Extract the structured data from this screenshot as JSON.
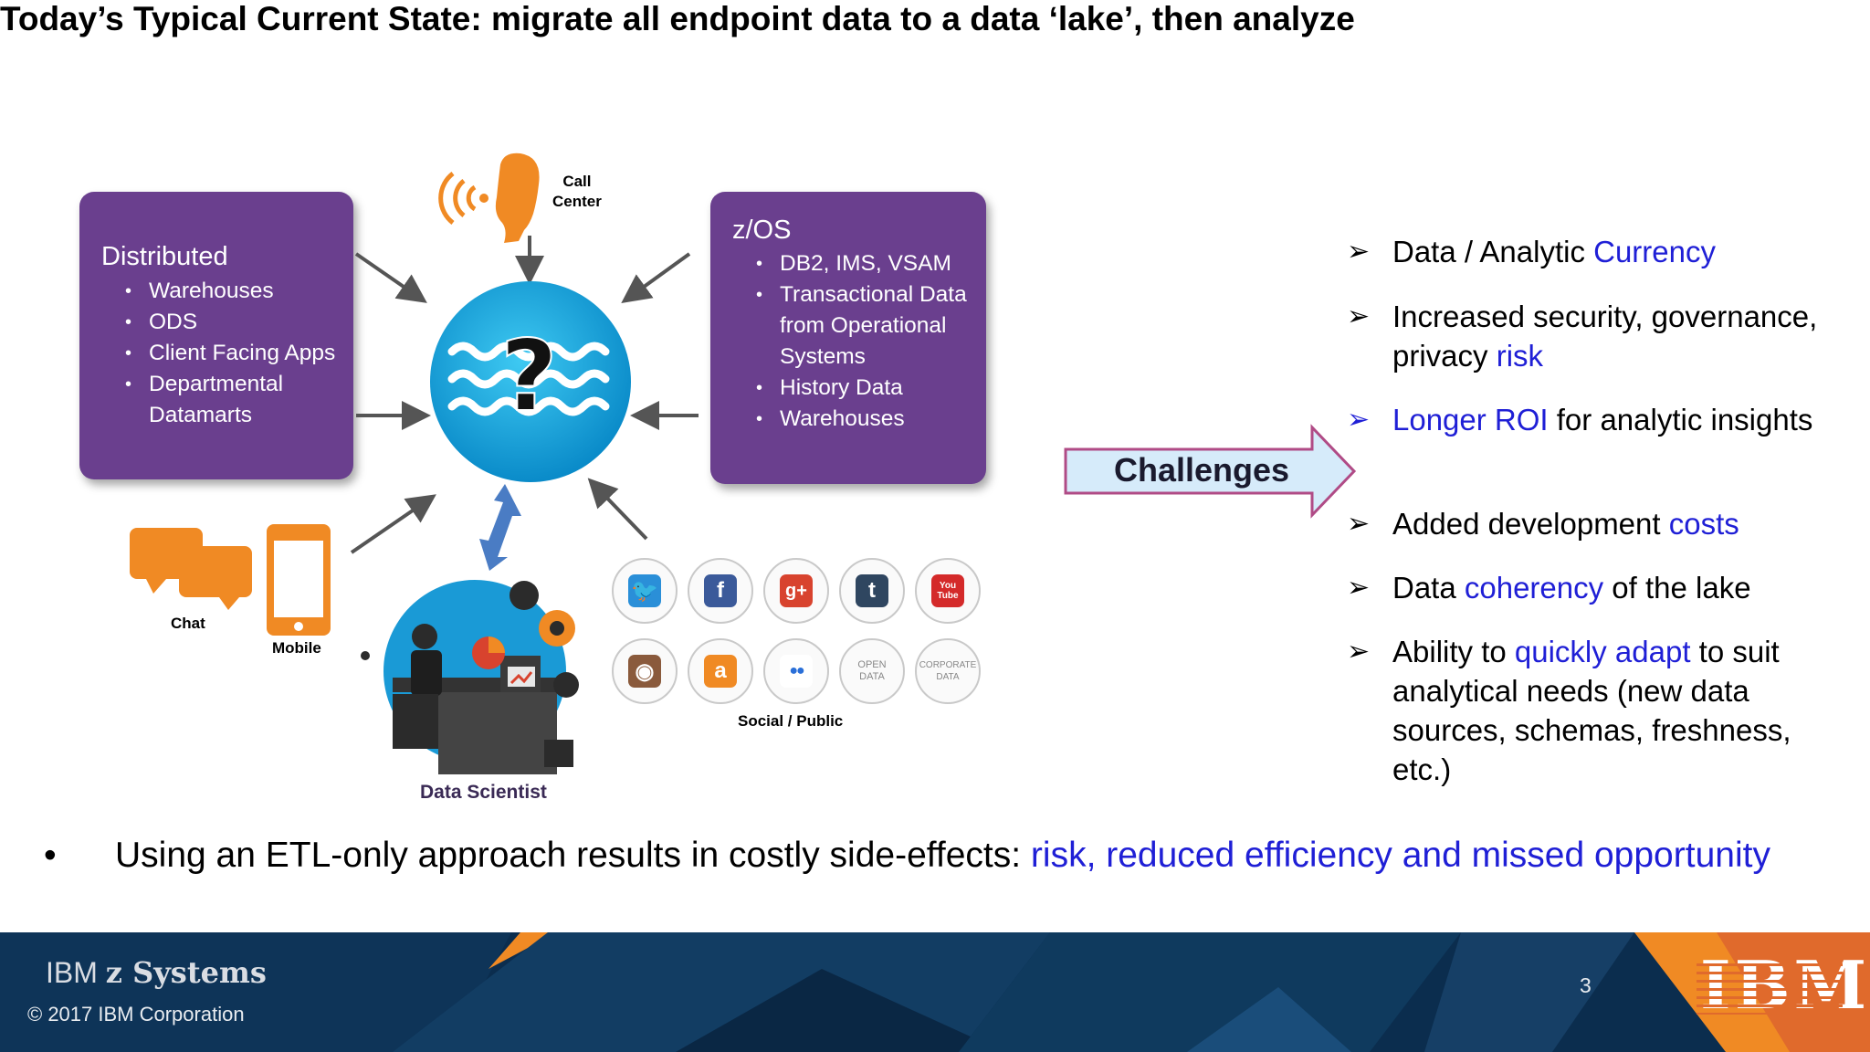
{
  "title": "Today’s Typical Current State:  migrate all endpoint data to a data ‘lake’, then analyze",
  "distributed": {
    "heading": "Distributed",
    "items": [
      "Warehouses",
      "ODS",
      "Client Facing Apps",
      "Departmental Datamarts"
    ]
  },
  "zos": {
    "heading": "z/OS",
    "items": [
      "DB2, IMS, VSAM",
      "Transactional Data  from Operational Systems",
      "History Data",
      "Warehouses"
    ]
  },
  "labels": {
    "call_center_1": "Call",
    "call_center_2": "Center",
    "chat": "Chat",
    "mobile": "Mobile",
    "data_scientist": "Data Scientist",
    "social_public": "Social / Public",
    "lake_symbol": "?"
  },
  "social_icons": [
    {
      "name": "twitter-icon",
      "glyph": "🐦",
      "color": "#2a8fd8"
    },
    {
      "name": "facebook-icon",
      "glyph": "f",
      "color": "#3b5a9a"
    },
    {
      "name": "google-plus-icon",
      "glyph": "g+",
      "color": "#d8432e"
    },
    {
      "name": "tumblr-icon",
      "glyph": "t",
      "color": "#2f4660"
    },
    {
      "name": "youtube-icon",
      "glyph": "You Tube",
      "color": "#d42a2a"
    },
    {
      "name": "instagram-icon",
      "glyph": "◉",
      "color": "#8a5a3c"
    },
    {
      "name": "amazon-icon",
      "glyph": "a",
      "color": "#f08a24"
    },
    {
      "name": "flickr-icon",
      "glyph": "●●",
      "color": "#ffffff"
    },
    {
      "name": "open-data-icon",
      "glyph": "OPEN DATA",
      "color": "#888888"
    },
    {
      "name": "corporate-data-icon",
      "glyph": "CORPORATE DATA",
      "color": "#888888"
    }
  ],
  "challenges_label": "Challenges",
  "challenges": [
    {
      "pre": "Data / Analytic ",
      "hl": "Currency",
      "post": ""
    },
    {
      "pre": "Increased security, governance, privacy ",
      "hl": "risk",
      "post": ""
    },
    {
      "pre": "",
      "hl": "Longer ROI",
      "post": " for analytic insights"
    },
    {
      "pre": "Added development ",
      "hl": "costs",
      "post": ""
    },
    {
      "pre": "Data ",
      "hl": "coherency",
      "post": " of the lake"
    },
    {
      "pre": "Ability to ",
      "hl": "quickly adapt",
      "post": " to suit analytical needs (new data sources, schemas, freshness, etc.)"
    }
  ],
  "bottom": {
    "bullet": "•",
    "text": "Using an ETL-only approach results in costly side-effects:  ",
    "highlight": "risk,  reduced efficiency and missed opportunity"
  },
  "footer": {
    "brand_light": "IBM ",
    "brand_bold": "z Systems",
    "copyright": "© 2017 IBM Corporation",
    "page_number": "3",
    "logo": "IBM"
  },
  "colors": {
    "purple_box": "#6a3f8e",
    "highlight_blue": "#1f1fd6",
    "orange": "#f08a24",
    "footer_navy": "#0b2d4e"
  }
}
